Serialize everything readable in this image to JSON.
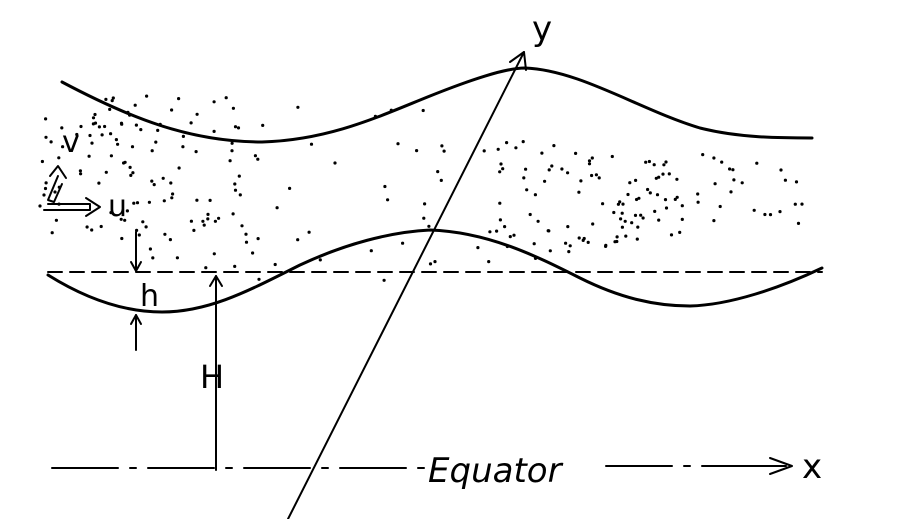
{
  "labels": {
    "y_axis": "y",
    "x_axis": "x",
    "equator": "Equator",
    "v": "v",
    "u": "u",
    "h": "h",
    "H": "H"
  }
}
